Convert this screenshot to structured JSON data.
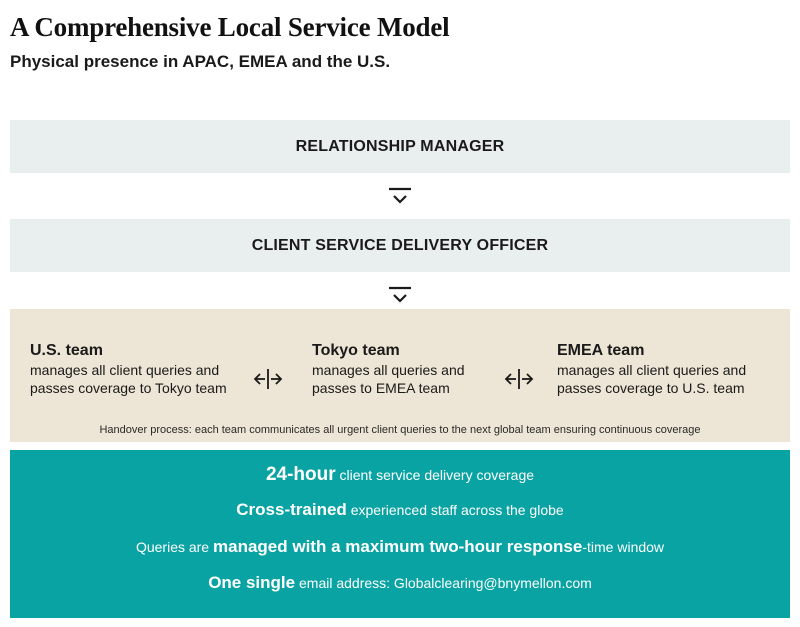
{
  "header": {
    "title": "A Comprehensive Local Service Model",
    "subtitle": "Physical presence in APAC, EMEA and the U.S."
  },
  "levels": {
    "relationship_manager": "RELATIONSHIP MANAGER",
    "client_service_delivery_officer": "CLIENT SERVICE DELIVERY OFFICER"
  },
  "teams": [
    {
      "name": "U.S. team",
      "desc1": "manages all client queries and",
      "desc2": "passes coverage to Tokyo team"
    },
    {
      "name": "Tokyo team",
      "desc1": "manages all queries and",
      "desc2": "passes to EMEA team"
    },
    {
      "name": "EMEA team",
      "desc1": "manages all client queries and",
      "desc2": "passes coverage to U.S. team"
    }
  ],
  "handover": "Handover process: each team communicates all urgent client queries to the next global team ensuring continuous coverage",
  "highlights": {
    "l1_bold": "24-hour",
    "l1_rest": " client service delivery coverage",
    "l2_bold": "Cross-trained",
    "l2_rest": " experienced staff across the globe",
    "l3_pre": "Queries are ",
    "l3_bold": "managed with a maximum two-hour response",
    "l3_post": "-time window",
    "l4_bold": "One single",
    "l4_rest": " email address: Globalclearing@bnymellon.com"
  },
  "colors": {
    "band": "#e9eeee",
    "teams_bg": "#ede5d5",
    "teal": "#0aa3a3"
  }
}
